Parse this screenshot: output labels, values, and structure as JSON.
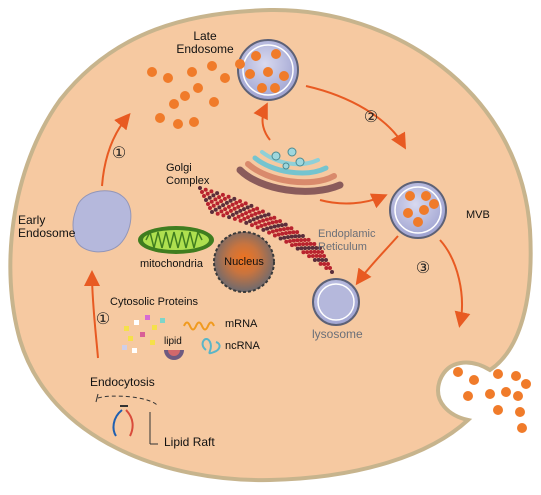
{
  "labels": {
    "late_endosome": "Late\nEndosome",
    "golgi_complex": "Golgi\nComplex",
    "early_endosome": "Early\nEndosome",
    "mitochondria": "mitochondria",
    "nucleus": "Nucleus",
    "endoplasmic_reticulum": "Endoplamic\nReticulum",
    "mvb": "MVB",
    "lysosome": "lysosome",
    "cytosolic_proteins": "Cytosolic Proteins",
    "mrna": "mRNA",
    "lipid": "lipid",
    "ncrna": "ncRNA",
    "endocytosis": "Endocytosis",
    "lipid_raft": "Lipid Raft"
  },
  "steps": {
    "step_1_upper": "①",
    "step_1_lower": "①",
    "step_2": "②",
    "step_3": "③"
  },
  "colors": {
    "cell_fill": "#f6c9a1",
    "cell_border": "#c7b48d",
    "vesicle_orange": "#f07b2a",
    "endosome_fill": "#b5b8dc",
    "arrow": "#e85a22",
    "er_red": "#b8232e"
  }
}
